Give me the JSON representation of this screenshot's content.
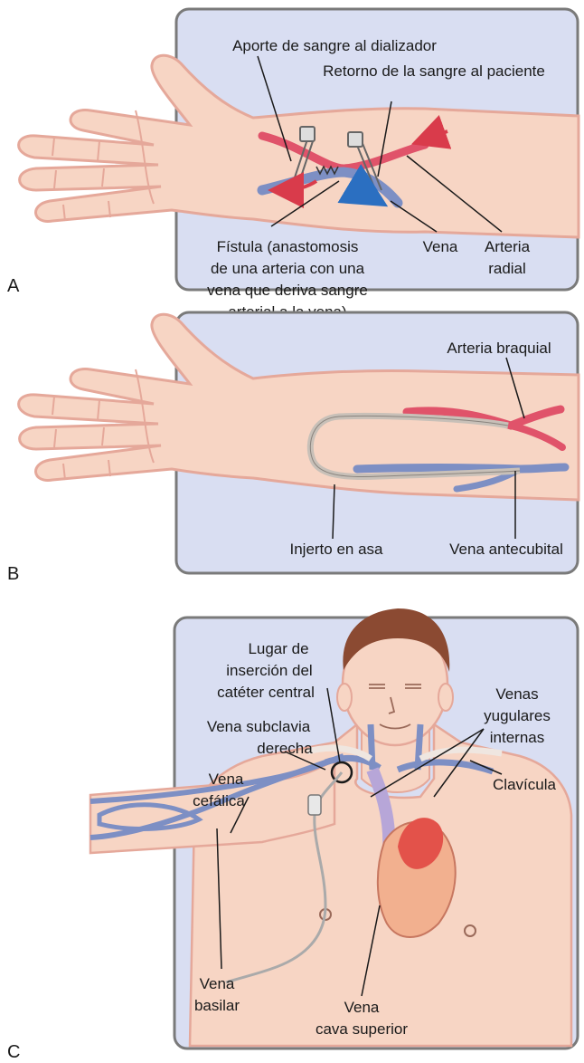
{
  "panels": [
    {
      "letter": "A",
      "labels": {
        "supply": "Aporte de sangre al dializador",
        "return": "Retorno de la sangre al paciente",
        "fistula": [
          "Fístula (anastomosis",
          "de una arteria con una",
          "vena que deriva sangre",
          "arterial a la vena)"
        ],
        "vein": "Vena",
        "radial_artery": [
          "Arteria",
          "radial"
        ]
      }
    },
    {
      "letter": "B",
      "labels": {
        "brachial_artery": "Arteria braquial",
        "loop_graft": "Injerto en asa",
        "antecubital_vein": "Vena antecubital"
      }
    },
    {
      "letter": "C",
      "labels": {
        "insertion_site": [
          "Lugar de",
          "inserción del",
          "catéter central"
        ],
        "right_subclavian": [
          "Vena subclavia",
          "derecha"
        ],
        "jugular": [
          "Venas",
          "yugulares",
          "internas"
        ],
        "cephalic": [
          "Vena",
          "cefálica"
        ],
        "clavicle": "Clavícula",
        "basilic": [
          "Vena",
          "basilar"
        ],
        "svc": [
          "Vena",
          "cava superior"
        ]
      }
    }
  ],
  "colors": {
    "panel_bg": "#d9def2",
    "panel_border": "#7a7a7a",
    "skin": "#f7d5c4",
    "skin_outline": "#e5a89a",
    "artery": "#e0536a",
    "vein": "#7d8fc4",
    "arrow_blue": "#2b6fc1",
    "arrow_red": "#d93b4b",
    "hair": "#8b4a32",
    "heart": "#e3524a"
  }
}
